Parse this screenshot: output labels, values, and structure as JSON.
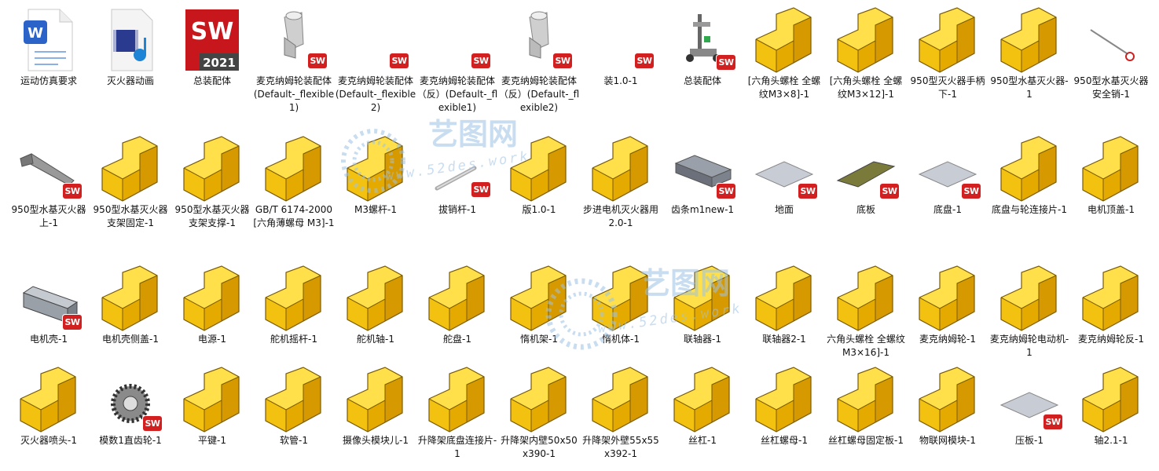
{
  "files": [
    {
      "label": "运动仿真要求",
      "icon": "word-document-icon"
    },
    {
      "label": "灭火器动画",
      "icon": "video-file-icon"
    },
    {
      "label": "总装配体",
      "icon": "solidworks-2021-app-icon",
      "app_text": "SW",
      "app_year": "2021"
    },
    {
      "label": "麦克纳姆轮装配体(Default-_flexible1)",
      "icon": "assembly-part-icon"
    },
    {
      "label": "麦克纳姆轮装配体(Default-_flexible2)",
      "icon": "assembly-blank-icon"
    },
    {
      "label": "麦克纳姆轮装配体（反）(Default-_flexible1)",
      "icon": "assembly-blank-icon"
    },
    {
      "label": "麦克纳姆轮装配体（反）(Default-_flexible2)",
      "icon": "assembly-part-icon"
    },
    {
      "label": "装1.0-1",
      "icon": "assembly-blank-icon"
    },
    {
      "label": "总装配体",
      "icon": "assembly-robot-icon"
    },
    {
      "label": "[六角头螺栓 全螺纹M3×8]-1",
      "icon": "folder-block-icon"
    },
    {
      "label": "[六角头螺栓 全螺纹M3×12]-1",
      "icon": "folder-block-icon"
    },
    {
      "label": "950型灭火器手柄下-1",
      "icon": "folder-block-icon"
    },
    {
      "label": "950型水基灭火器-1",
      "icon": "folder-block-icon"
    },
    {
      "label": "950型水基灭火器安全销-1",
      "icon": "assembly-pin-icon"
    },
    {
      "label": "950型水基灭火器上-1",
      "icon": "assembly-lever-icon"
    },
    {
      "label": "950型水基灭火器支架固定-1",
      "icon": "folder-block-icon"
    },
    {
      "label": "950型水基灭火器支架支撑-1",
      "icon": "folder-block-icon"
    },
    {
      "label": "GB/T 6174-2000[六角薄螺母 M3]-1",
      "icon": "folder-block-icon"
    },
    {
      "label": "M3螺杆-1",
      "icon": "folder-block-icon"
    },
    {
      "label": "拔销杆-1",
      "icon": "assembly-rod-icon"
    },
    {
      "label": "版1.0-1",
      "icon": "folder-block-icon"
    },
    {
      "label": "步进电机灭火器用2.0-1",
      "icon": "folder-block-icon"
    },
    {
      "label": "齿条m1new-1",
      "icon": "assembly-rack-icon"
    },
    {
      "label": "地面",
      "icon": "assembly-plate-icon"
    },
    {
      "label": "底板",
      "icon": "assembly-board-icon"
    },
    {
      "label": "底盘-1",
      "icon": "assembly-plate-icon"
    },
    {
      "label": "底盘与轮连接片-1",
      "icon": "folder-block-icon"
    },
    {
      "label": "电机顶盖-1",
      "icon": "folder-block-icon"
    },
    {
      "label": "电机壳-1",
      "icon": "assembly-housing-icon"
    },
    {
      "label": "电机壳侧盖-1",
      "icon": "folder-block-icon"
    },
    {
      "label": "电源-1",
      "icon": "folder-block-icon"
    },
    {
      "label": "舵机摇杆-1",
      "icon": "folder-block-icon"
    },
    {
      "label": "舵机轴-1",
      "icon": "folder-block-icon"
    },
    {
      "label": "舵盘-1",
      "icon": "folder-block-icon"
    },
    {
      "label": "惰机架-1",
      "icon": "folder-block-icon"
    },
    {
      "label": "惰机体-1",
      "icon": "folder-block-icon"
    },
    {
      "label": "联轴器-1",
      "icon": "folder-block-icon"
    },
    {
      "label": "联轴器2-1",
      "icon": "folder-block-icon"
    },
    {
      "label": "六角头螺栓 全螺纹M3×16]-1",
      "icon": "folder-block-icon"
    },
    {
      "label": "麦克纳姆轮-1",
      "icon": "folder-block-icon"
    },
    {
      "label": "麦克纳姆轮电动机-1",
      "icon": "folder-block-icon"
    },
    {
      "label": "麦克纳姆轮反-1",
      "icon": "folder-block-icon"
    },
    {
      "label": "灭火器喷头-1",
      "icon": "folder-block-icon"
    },
    {
      "label": "模数1直齿轮-1",
      "icon": "assembly-gear-icon"
    },
    {
      "label": "平键-1",
      "icon": "folder-block-icon"
    },
    {
      "label": "软管-1",
      "icon": "folder-block-icon"
    },
    {
      "label": "摄像头模块儿-1",
      "icon": "folder-block-icon"
    },
    {
      "label": "升降架底盘连接片-1",
      "icon": "folder-block-icon"
    },
    {
      "label": "升降架内壁50x50x390-1",
      "icon": "folder-block-icon"
    },
    {
      "label": "升降架外壁55x55x392-1",
      "icon": "folder-block-icon"
    },
    {
      "label": "丝杠-1",
      "icon": "folder-block-icon"
    },
    {
      "label": "丝杠螺母-1",
      "icon": "folder-block-icon"
    },
    {
      "label": "丝杠螺母固定板-1",
      "icon": "folder-block-icon"
    },
    {
      "label": "物联网模块-1",
      "icon": "folder-block-icon"
    },
    {
      "label": "压板-1",
      "icon": "assembly-plate-icon"
    },
    {
      "label": "轴2.1-1",
      "icon": "folder-block-icon"
    }
  ],
  "badge_text": "SW",
  "watermark": {
    "cn": "艺图网",
    "url": "www.52des.work"
  },
  "colors": {
    "folder_yellow": "#f5c518",
    "sw_red": "#d22020",
    "word_blue": "#2b63c9"
  }
}
